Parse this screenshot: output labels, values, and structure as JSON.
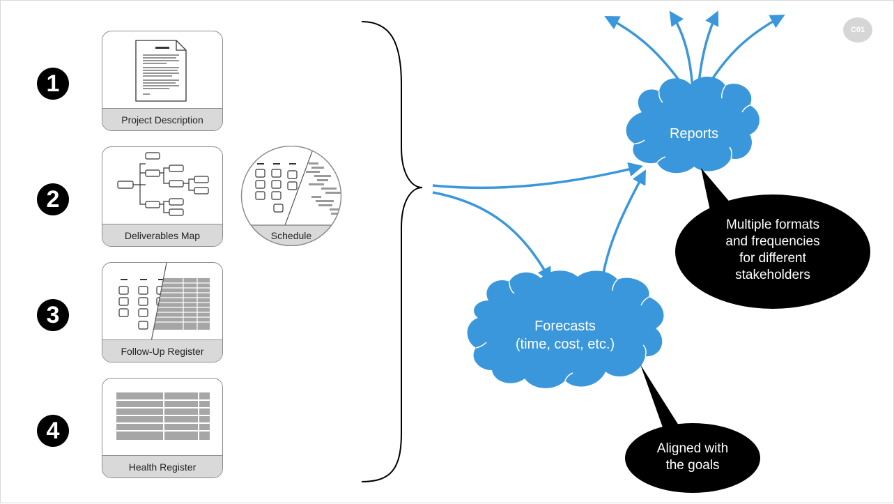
{
  "badge": "C01",
  "steps": [
    {
      "number": "1",
      "label": "Project Description"
    },
    {
      "number": "2",
      "label": "Deliverables Map"
    },
    {
      "number": "3",
      "label": "Follow-Up Register"
    },
    {
      "number": "4",
      "label": "Health Register"
    }
  ],
  "schedule_label": "Schedule",
  "clouds": {
    "reports": "Reports",
    "forecasts_line1": "Forecasts",
    "forecasts_line2": "(time, cost, etc.)"
  },
  "bubbles": {
    "formats": [
      "Multiple formats",
      "and frequencies",
      "for different",
      "stakeholders"
    ],
    "goals": [
      "Aligned with",
      "the goals"
    ]
  },
  "colors": {
    "cloud_fill": "#3a97db",
    "arrow": "#3a97db",
    "bubble_fill": "#000000",
    "label_band": "#d9d9d9"
  }
}
